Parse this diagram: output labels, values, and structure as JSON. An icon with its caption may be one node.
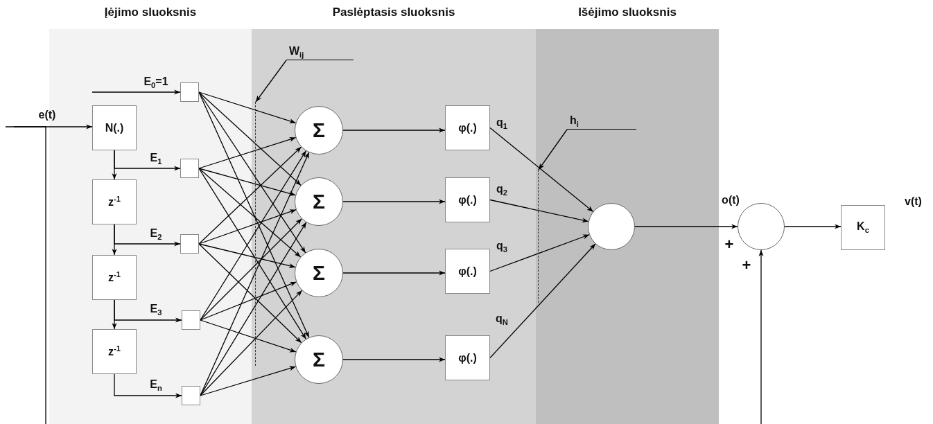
{
  "diagram": {
    "nodes": [
      {
        "text": [
          "Įėjimo sluoksnis"
        ]
      },
      {
        "text": [
          "Paslėptasis sluoksnis"
        ]
      },
      {
        "text": [
          "Išėjimo sluoksnis"
        ]
      },
      {
        "text": [
          "N(.)"
        ],
        "in": 0
      },
      {
        "text": [
          "z$^{-1}$"
        ],
        "in": 0
      },
      {
        "text": [
          "z$^{-1}$"
        ],
        "in": 0
      },
      {
        "text": [
          "z$^{-1}$"
        ],
        "in": 0
      },
      {
        "text": [],
        "shape": "box",
        "in": 0
      },
      {
        "text": [],
        "shape": "box",
        "in": 0
      },
      {
        "text": [],
        "shape": "box",
        "in": 0
      },
      {
        "text": [],
        "shape": "box",
        "in": 0
      },
      {
        "text": [],
        "shape": "box",
        "in": 0
      },
      {
        "text": [
          "Σ"
        ],
        "in": 1
      },
      {
        "text": [
          "Σ"
        ],
        "in": 1
      },
      {
        "text": [
          "Σ"
        ],
        "in": 1
      },
      {
        "text": [
          "Σ"
        ],
        "in": 1
      },
      {
        "text": [
          "φ(.)"
        ],
        "in": 1
      },
      {
        "text": [
          "φ(.)"
        ],
        "in": 1
      },
      {
        "text": [
          "φ(.)"
        ],
        "in": 1
      },
      {
        "text": [
          "φ(.)"
        ],
        "in": 1
      },
      {
        "text": [],
        "shape": "circle",
        "in": 2
      },
      {
        "text": [],
        "shape": "circle"
      },
      {
        "text": [
          "K$_{c}$"
        ],
        "beside": [
          "v(t)"
        ]
      },
      {
        "text": [
          "W$_{ij}$"
        ],
        "in": 1
      },
      {
        "text": [],
        "shape": "line",
        "in": 1
      },
      {
        "text": [
          "h$_{i}$"
        ],
        "in": 2
      },
      {
        "text": [],
        "shape": "line",
        "in": 2
      }
    ],
    "edges": [
      {
        "from": null,
        "to": 3,
        "arrow": "to",
        "label": "e(t)"
      },
      {
        "from": null,
        "to": 7,
        "arrow": "to",
        "label": "E$_{0}$=1"
      },
      {
        "from": 3,
        "to": 4,
        "arrow": "to"
      },
      {
        "from": 3,
        "to": 8,
        "arrow": "to",
        "label": "E$_{1}$"
      },
      {
        "from": 4,
        "to": 5,
        "arrow": "to"
      },
      {
        "from": 4,
        "to": 9,
        "arrow": "to",
        "label": "E$_{2}$"
      },
      {
        "from": 5,
        "to": 6,
        "arrow": "to"
      },
      {
        "from": 5,
        "to": 10,
        "arrow": "to",
        "label": "E$_{3}$"
      },
      {
        "from": 6,
        "to": 11,
        "arrow": "to",
        "label": "E$_{n}$"
      },
      {
        "from": 7,
        "to": 12,
        "arrow": "to"
      },
      {
        "from": 7,
        "to": 13,
        "arrow": "to"
      },
      {
        "from": 7,
        "to": 14,
        "arrow": "to"
      },
      {
        "from": 7,
        "to": 15,
        "arrow": "to"
      },
      {
        "from": 8,
        "to": 12,
        "arrow": "to"
      },
      {
        "from": 8,
        "to": 13,
        "arrow": "to"
      },
      {
        "from": 8,
        "to": 14,
        "arrow": "to"
      },
      {
        "from": 8,
        "to": 15,
        "arrow": "to"
      },
      {
        "from": 9,
        "to": 12,
        "arrow": "to"
      },
      {
        "from": 9,
        "to": 13,
        "arrow": "to"
      },
      {
        "from": 9,
        "to": 14,
        "arrow": "to"
      },
      {
        "from": 9,
        "to": 15,
        "arrow": "to"
      },
      {
        "from": 10,
        "to": 12,
        "arrow": "to"
      },
      {
        "from": 10,
        "to": 13,
        "arrow": "to"
      },
      {
        "from": 10,
        "to": 14,
        "arrow": "to"
      },
      {
        "from": 10,
        "to": 15,
        "arrow": "to"
      },
      {
        "from": 11,
        "to": 12,
        "arrow": "to"
      },
      {
        "from": 11,
        "to": 13,
        "arrow": "to"
      },
      {
        "from": 11,
        "to": 14,
        "arrow": "to"
      },
      {
        "from": 11,
        "to": 15,
        "arrow": "to"
      },
      {
        "from": 12,
        "to": 16,
        "arrow": "to"
      },
      {
        "from": 13,
        "to": 17,
        "arrow": "to"
      },
      {
        "from": 14,
        "to": 18,
        "arrow": "to"
      },
      {
        "from": 15,
        "to": 19,
        "arrow": "to"
      },
      {
        "from": 16,
        "to": 20,
        "arrow": "to",
        "label": "q$_{1}$"
      },
      {
        "from": 17,
        "to": 20,
        "arrow": "to",
        "label": "q$_{2}$"
      },
      {
        "from": 18,
        "to": 20,
        "arrow": "to",
        "label": "q$_{3}$"
      },
      {
        "from": 19,
        "to": 20,
        "arrow": "to",
        "label": "q$_{N}$"
      },
      {
        "from": 20,
        "to": 21,
        "arrow": "to",
        "label": "o(t)"
      },
      {
        "from": 21,
        "to": 22,
        "arrow": "to"
      },
      {
        "from": null,
        "to": 21,
        "arrow": "to"
      },
      {
        "from": 23,
        "to": 24,
        "arrow": "to"
      },
      {
        "from": 25,
        "to": 26,
        "arrow": "to"
      }
    ],
    "labels": [
      "+",
      "+"
    ]
  }
}
